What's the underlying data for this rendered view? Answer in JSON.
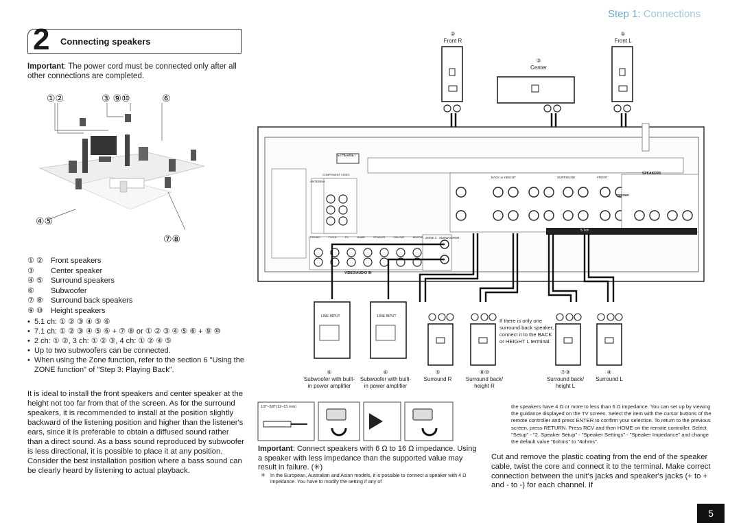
{
  "header": {
    "step": "Step 1:",
    "title": "Connections"
  },
  "section": {
    "number": "2",
    "title": "Connecting speakers"
  },
  "important_top": {
    "label": "Important",
    "text": ": The power cord must be connected only after all other connections are completed."
  },
  "room_labels": {
    "top_left": "①②",
    "top_mid": "③ ⑨⑩",
    "top_right": "⑥",
    "bottom_left": "④⑤",
    "bottom_right": "⑦⑧"
  },
  "legend": [
    {
      "nums": "① ②",
      "text": "Front speakers"
    },
    {
      "nums": "③",
      "text": "Center speaker"
    },
    {
      "nums": "④ ⑤",
      "text": "Surround speakers"
    },
    {
      "nums": "⑥",
      "text": "Subwoofer"
    },
    {
      "nums": "⑦ ⑧",
      "text": "Surround back speakers"
    },
    {
      "nums": "⑨ ⑩",
      "text": "Height speakers"
    }
  ],
  "bullets": [
    "5.1 ch: ① ② ③ ④ ⑤ ⑥",
    "7.1 ch: ① ② ③ ④ ⑤ ⑥ + ⑦ ⑧ or ① ② ③ ④ ⑤ ⑥ + ⑨ ⑩",
    "2 ch: ① ②, 3 ch: ① ② ③, 4 ch: ① ② ④ ⑤",
    "Up to two subwoofers can be connected.",
    "When using the Zone function, refer to the section 6 \"Using the ZONE function\" of \"Step 3: Playing Back\"."
  ],
  "body_paragraph": "It is ideal to install the front speakers and center speaker at the height not too far from that of the screen. As for the surround speakers, it is recommended to install at the position slightly backward of the listening position and higher than the listener's ears, since it is preferable to obtain a diffused sound rather than a direct sound. As a bass sound reproduced by subwoofer is less directional, it is possible to place it at any position. Consider the best installation position where a bass sound can be clearly heard by listening to actual playback.",
  "top_speakers": [
    {
      "num": "②",
      "label": "Front R"
    },
    {
      "num": "③",
      "label": "Center"
    },
    {
      "num": "①",
      "label": "Front L"
    }
  ],
  "bottom_speakers": [
    {
      "num": "⑥",
      "label": "Subwoofer with built-in power amplifier"
    },
    {
      "num": "⑥",
      "label": "Subwoofer with built-in power amplifier"
    },
    {
      "num": "⑤",
      "label": "Surround R"
    },
    {
      "num": "⑧⑩",
      "label": "Surround back/ height R"
    },
    {
      "num": "⑦⑨",
      "label": "Surround back/ height L"
    },
    {
      "num": "④",
      "label": "Surround L"
    }
  ],
  "sub_line_input": "LINE INPUT",
  "surround_back_note": "If there is only one surround back speaker, connect it to the BACK or HEIGHT L terminal.",
  "panel_labels": {
    "ethernet": "ETHERNET",
    "speakers": "SPEAKERS",
    "center": "CENTER",
    "video_audio_in": "VIDEO/AUDIO IN",
    "zone2": "ZONE 2",
    "subwoofer": "SUBWOOFER",
    "back_height": "BACK or HEIGHT",
    "surround": "SURROUND",
    "front": "FRONT",
    "ch51": "5.1ch",
    "antenna": "ANTENNA",
    "component_video": "COMPONENT VIDEO",
    "inputs": [
      "PHONO",
      "TV/CD",
      "PC",
      "GAME",
      "STB/DVR",
      "CBL/SAT",
      "BD/DVD"
    ]
  },
  "strip_size": "1/2\"–5/8\"(12–15 mm)",
  "important_mid": {
    "label": "Important",
    "text": ": Connect speakers with 6 Ω to 16 Ω impedance. Using a speaker with less impedance than the supported value may result in failure. (✳)"
  },
  "footnote_mark": "✳",
  "footnote": "In the European, Australian and Asian models, it is possible to connect a speaker with 4 Ω impedance. You have to modify the setting if any of",
  "right_small": "the speakers have 4 Ω or more to less than 6 Ω impedance. You can set up by viewing the guidance displayed on the TV screen. Select the item with the cursor buttons of the remote controller and press ENTER to confirm your selection. To return to the previous screen, press RETURN. Press RCV and then HOME on the remote controller. Select \"Setup\" - \"2. Speaker Setup\" - \"Speaker Settings\" - \"Speaker Impedance\" and change the default value \"6ohms\" to \"4ohms\".",
  "right_body": "Cut and remove the plastic coating from the end of the speaker cable, twist the core and connect it to the terminal. Make correct connection between the unit's jacks and speaker's jacks (+ to + and - to -) for each channel. If",
  "page_number": "5"
}
